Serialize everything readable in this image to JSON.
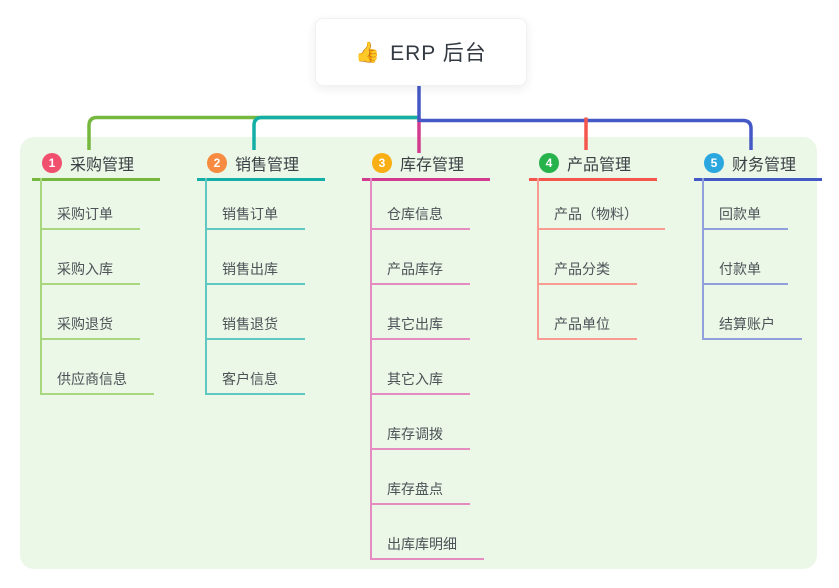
{
  "root": {
    "icon": "👍",
    "title": "ERP 后台"
  },
  "colors": {
    "panel_background": "#EBF7E7",
    "root_connector": "#4459C5",
    "card_background": "#FFFFFF",
    "title_text": "#3B4045",
    "child_text": "#4D5257"
  },
  "branches": [
    {
      "num": "1",
      "label": "采购管理",
      "badge_color": "#F0506E",
      "line_color": "#76B83F",
      "light_line_color": "#A9D77F",
      "children": [
        "采购订单",
        "采购入库",
        "采购退货",
        "供应商信息"
      ]
    },
    {
      "num": "2",
      "label": "销售管理",
      "badge_color": "#F68B41",
      "line_color": "#13AFA6",
      "light_line_color": "#5FC9C1",
      "children": [
        "销售订单",
        "销售出库",
        "销售退货",
        "客户信息"
      ]
    },
    {
      "num": "3",
      "label": "库存管理",
      "badge_color": "#F9AE13",
      "line_color": "#D23C8E",
      "light_line_color": "#E48BC0",
      "children": [
        "仓库信息",
        "产品库存",
        "其它出库",
        "其它入库",
        "库存调拨",
        "库存盘点",
        "出库库明细"
      ]
    },
    {
      "num": "4",
      "label": "产品管理",
      "badge_color": "#26B34B",
      "line_color": "#F4564D",
      "light_line_color": "#F89B93",
      "children": [
        "产品（物料）",
        "产品分类",
        "产品单位"
      ]
    },
    {
      "num": "5",
      "label": "财务管理",
      "badge_color": "#2BA7E0",
      "line_color": "#4459C5",
      "light_line_color": "#8FA0DB",
      "children": [
        "回款单",
        "付款单",
        "结算账户"
      ]
    }
  ]
}
